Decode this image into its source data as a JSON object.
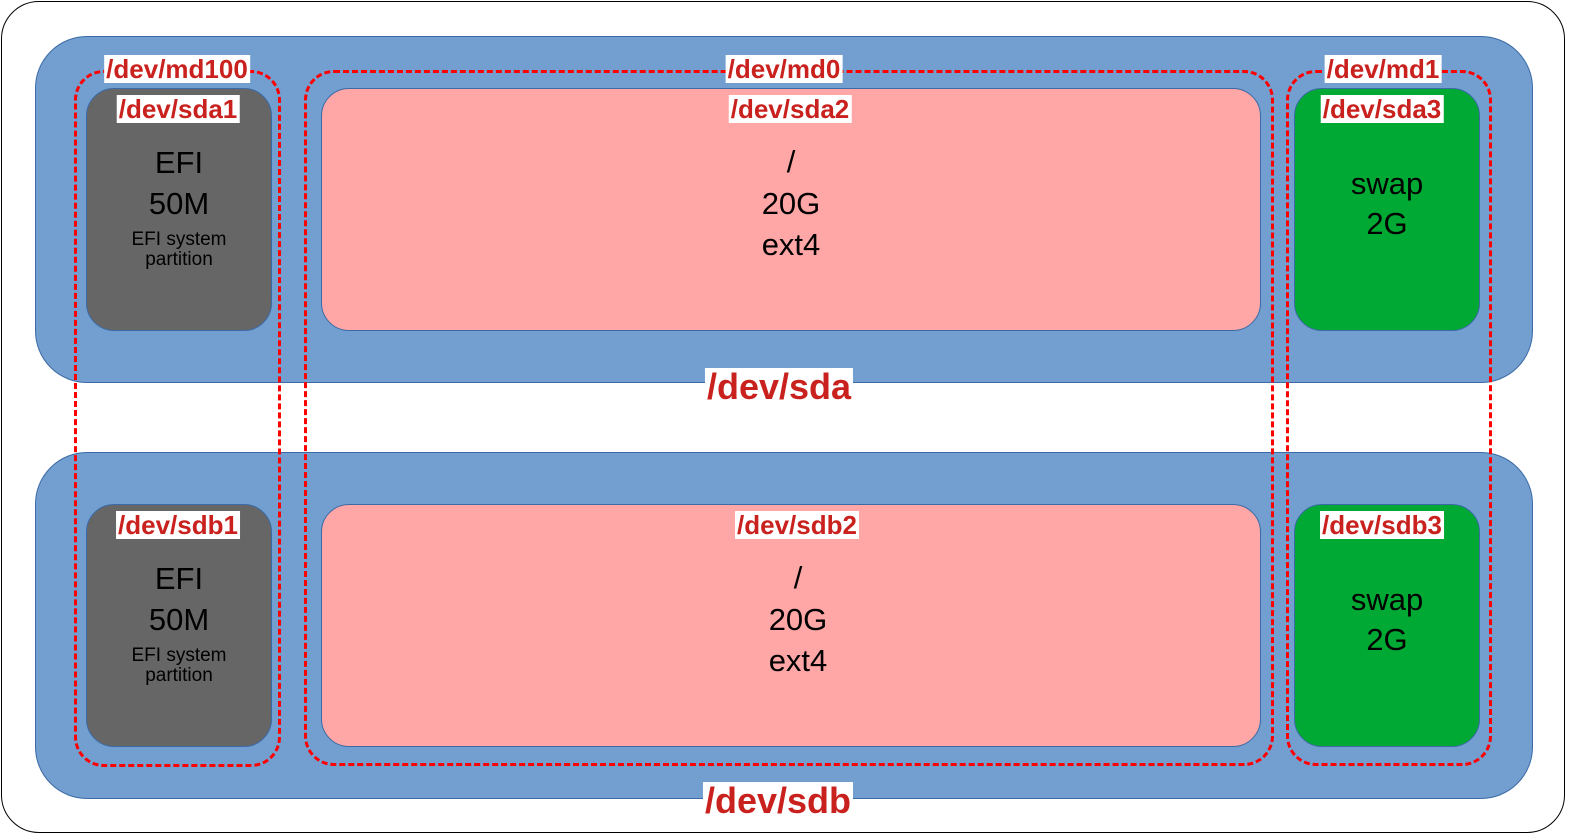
{
  "colors": {
    "disk_fill": "#729fcf",
    "efi_fill": "#666666",
    "root_fill": "#ffa6a6",
    "swap_fill": "#00a933",
    "raid_dash": "#ff0000",
    "label_text": "#c9211e"
  },
  "disks": [
    {
      "label": "/dev/sda",
      "partitions": [
        {
          "device": "/dev/sda1",
          "lines": [
            "EFI",
            "50M"
          ],
          "note": [
            "EFI system",
            "partition"
          ]
        },
        {
          "device": "/dev/sda2",
          "lines": [
            "/",
            "20G",
            "ext4"
          ]
        },
        {
          "device": "/dev/sda3",
          "lines": [
            "swap",
            "2G"
          ]
        }
      ]
    },
    {
      "label": "/dev/sdb",
      "partitions": [
        {
          "device": "/dev/sdb1",
          "lines": [
            "EFI",
            "50M"
          ],
          "note": [
            "EFI system",
            "partition"
          ]
        },
        {
          "device": "/dev/sdb2",
          "lines": [
            "/",
            "20G",
            "ext4"
          ]
        },
        {
          "device": "/dev/sdb3",
          "lines": [
            "swap",
            "2G"
          ]
        }
      ]
    }
  ],
  "raid_arrays": [
    {
      "label": "/dev/md100",
      "members": [
        "/dev/sda1",
        "/dev/sdb1"
      ]
    },
    {
      "label": "/dev/md0",
      "members": [
        "/dev/sda2",
        "/dev/sdb2"
      ]
    },
    {
      "label": "/dev/md1",
      "members": [
        "/dev/sda3",
        "/dev/sdb3"
      ]
    }
  ]
}
